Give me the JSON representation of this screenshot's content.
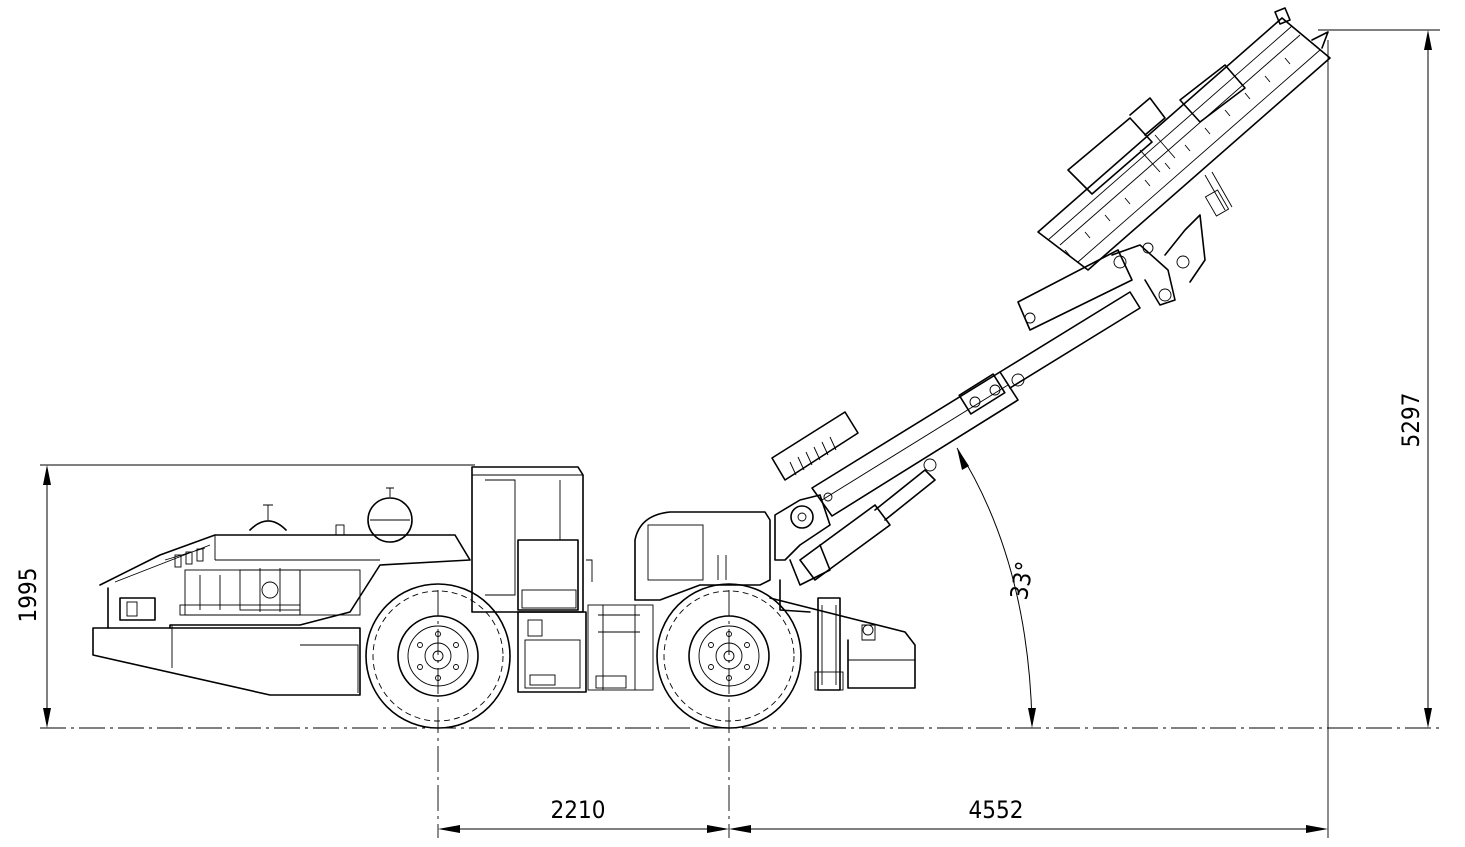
{
  "dimensions": {
    "overall_height": "1995",
    "boom_height": "5297",
    "wheelbase": "2210",
    "front_reach": "4552",
    "boom_angle": "33°"
  }
}
